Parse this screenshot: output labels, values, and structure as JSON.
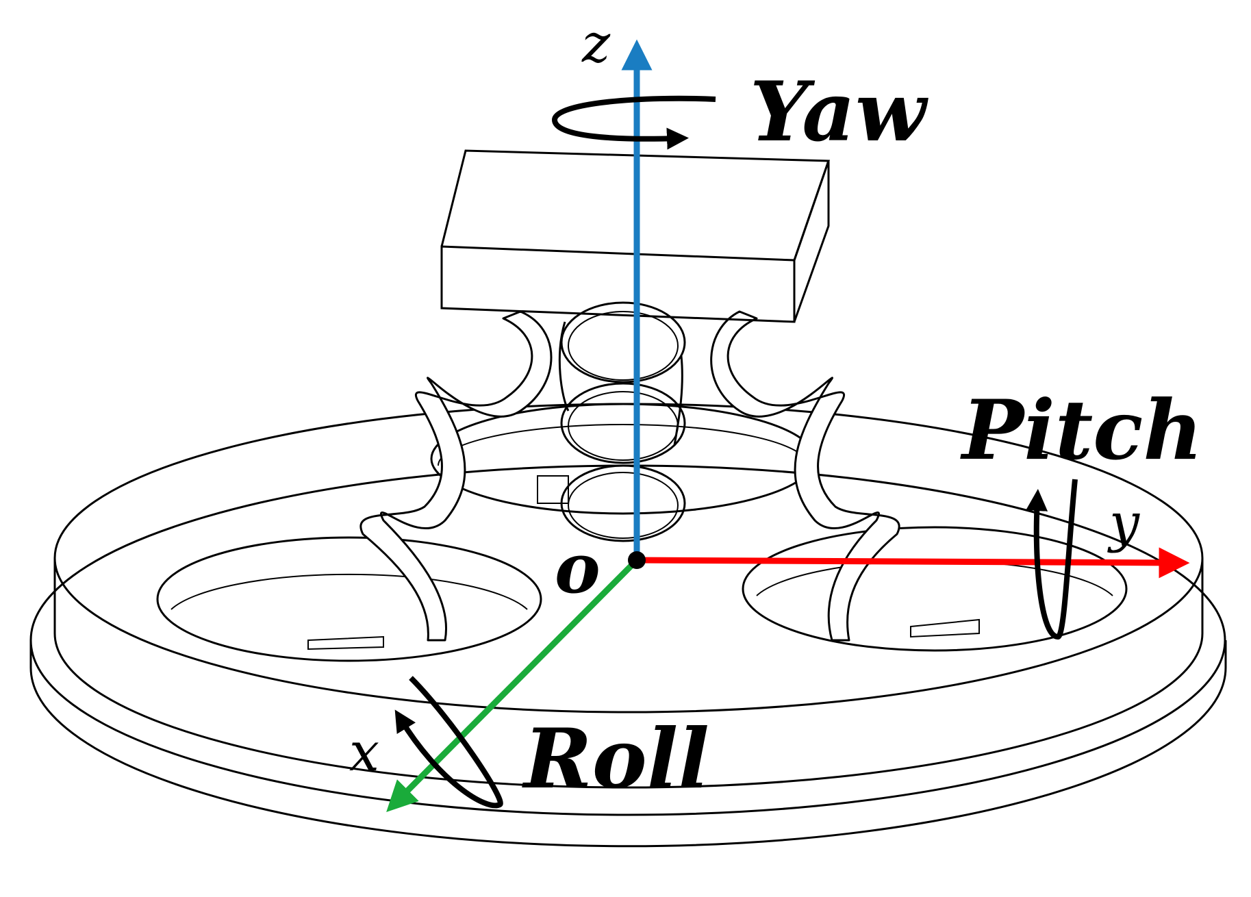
{
  "labels": {
    "z_axis": "z",
    "y_axis": "y",
    "x_axis": "x",
    "origin": "o",
    "yaw": "Yaw",
    "pitch": "Pitch",
    "roll": "Roll"
  },
  "colors": {
    "z_axis": "#1a7dc2",
    "y_axis": "#ff0000",
    "x_axis": "#1aab3a",
    "outline": "#000000",
    "background": "#ffffff"
  }
}
